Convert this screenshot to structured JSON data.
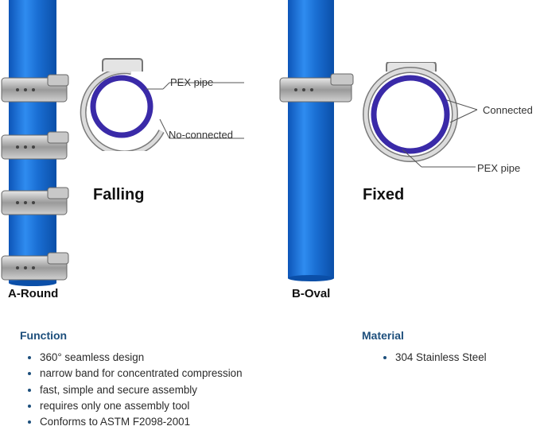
{
  "left_panel": {
    "callout_pipe": "PEX pipe",
    "callout_state": "No-connected",
    "result": "Falling",
    "caption": "A-Round"
  },
  "right_panel": {
    "callout_state": "Connected",
    "callout_pipe": "PEX pipe",
    "result": "Fixed",
    "caption": "B-Oval"
  },
  "function": {
    "title": "Function",
    "items": [
      "360° seamless design",
      "narrow band for concentrated compression",
      "fast,  simple and secure assembly",
      "requires only one assembly tool",
      "Conforms to ASTM F2098-2001"
    ]
  },
  "material": {
    "title": "Material",
    "items": [
      "304 Stainless Steel"
    ]
  },
  "colors": {
    "pipe_blue": "#1a6fd4",
    "pex_ring": "#3a2aa8",
    "section_title": "#1d4f7c"
  }
}
